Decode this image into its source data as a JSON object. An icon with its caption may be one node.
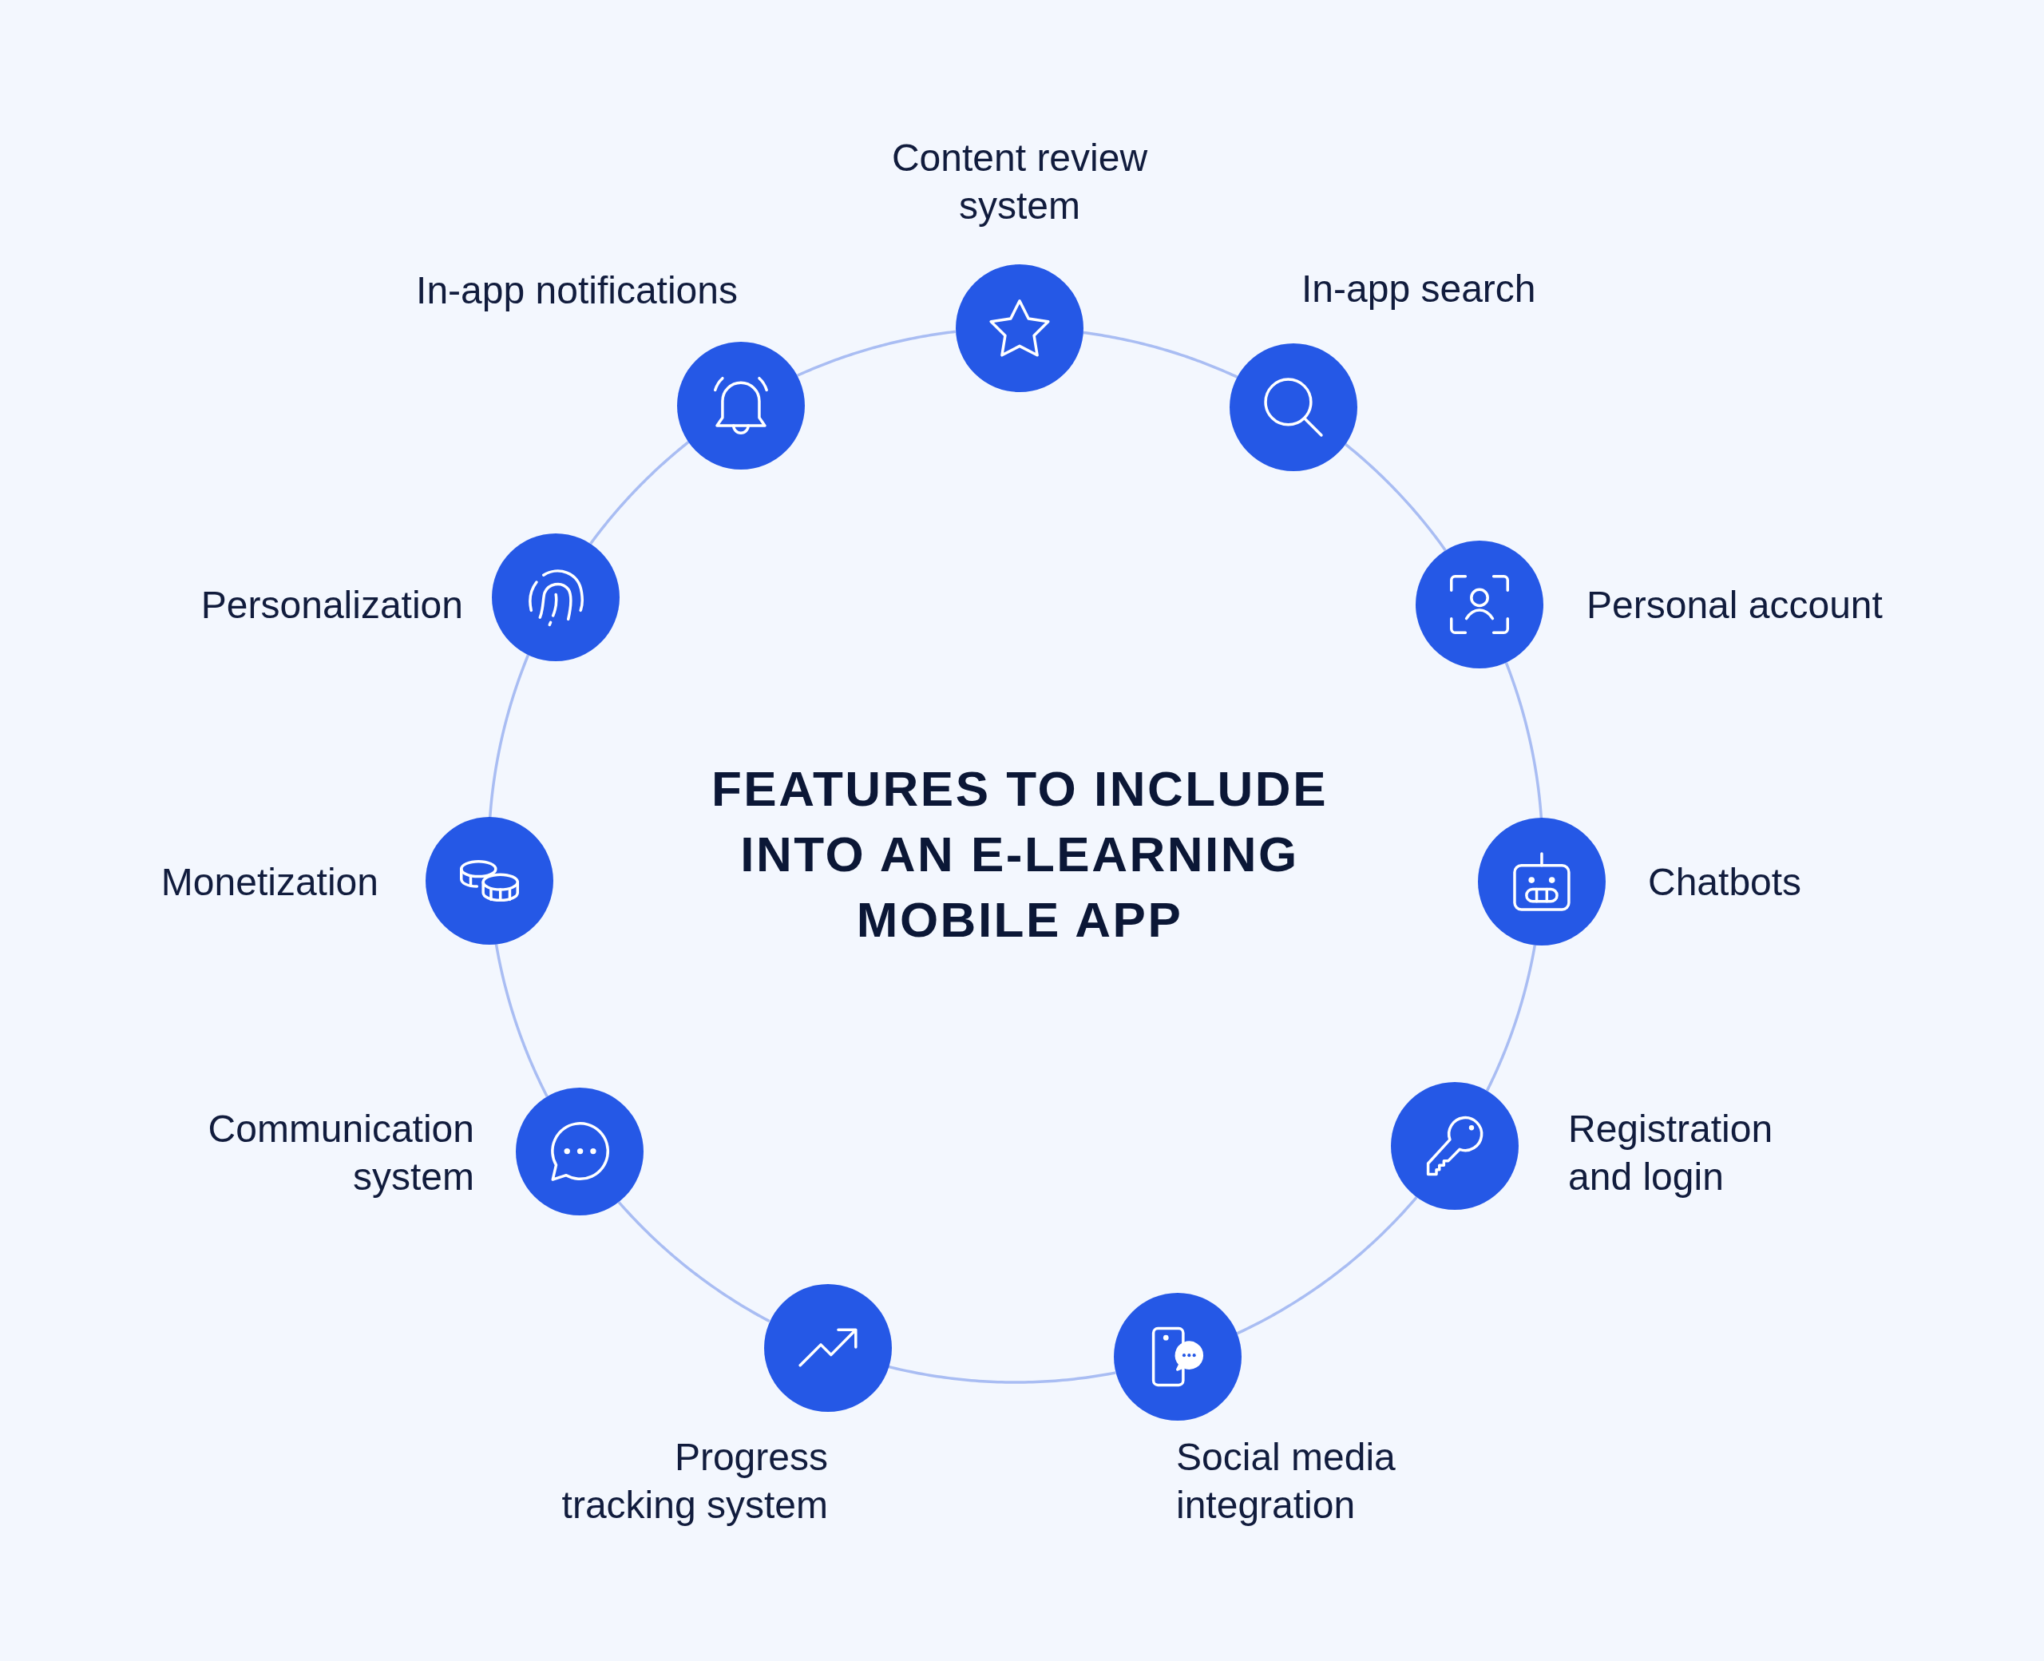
{
  "diagram": {
    "title": "FEATURES TO INCLUDE INTO AN E-LEARNING MOBILE APP",
    "nodes": [
      {
        "text": [],
        "shape": "circle",
        "beside": [
          "Content review system"
        ]
      },
      {
        "text": [],
        "shape": "circle",
        "beside": [
          "In-app search"
        ]
      },
      {
        "text": [],
        "shape": "circle",
        "beside": [
          "Personal account"
        ]
      },
      {
        "text": [],
        "shape": "circle",
        "beside": [
          "Chatbots"
        ]
      },
      {
        "text": [],
        "shape": "circle",
        "beside": [
          "Registration and login"
        ]
      },
      {
        "text": [],
        "shape": "circle",
        "beside": [
          "Social media integration"
        ]
      },
      {
        "text": [],
        "shape": "circle",
        "beside": [
          "Progress tracking system"
        ]
      },
      {
        "text": [],
        "shape": "circle",
        "beside": [
          "Communication system"
        ]
      },
      {
        "text": [],
        "shape": "circle",
        "beside": [
          "Monetization"
        ]
      },
      {
        "text": [],
        "shape": "circle",
        "beside": [
          "Personalization"
        ]
      },
      {
        "text": [],
        "shape": "circle",
        "beside": [
          "In-app notifications"
        ]
      }
    ],
    "edges": [
      {
        "from": 0,
        "to": 1,
        "arrow": "none"
      },
      {
        "from": 1,
        "to": 2,
        "arrow": "none"
      },
      {
        "from": 2,
        "to": 3,
        "arrow": "none"
      },
      {
        "from": 3,
        "to": 4,
        "arrow": "none"
      },
      {
        "from": 4,
        "to": 5,
        "arrow": "none"
      },
      {
        "from": 5,
        "to": 6,
        "arrow": "none"
      },
      {
        "from": 6,
        "to": 7,
        "arrow": "none"
      },
      {
        "from": 7,
        "to": 8,
        "arrow": "none"
      },
      {
        "from": 8,
        "to": 9,
        "arrow": "none"
      },
      {
        "from": 9,
        "to": 10,
        "arrow": "none"
      },
      {
        "from": 10,
        "to": 0,
        "arrow": "none"
      }
    ]
  }
}
